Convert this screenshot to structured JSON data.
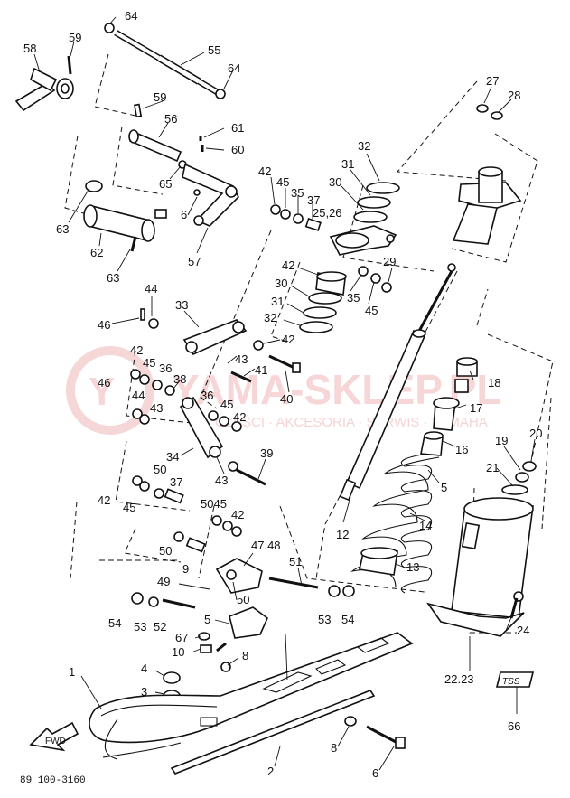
{
  "diagram": {
    "code": "89 100-3160",
    "watermark": {
      "brand": "YAMA-SKLEP.PL",
      "sub": "CZĘŚCI · AKCESORIA · SERWIS · YAMAHA"
    },
    "fwd_label": "FWD",
    "tss_label": "TSS",
    "callouts": [
      {
        "id": "c64a",
        "text": "64"
      },
      {
        "id": "c59a",
        "text": "59"
      },
      {
        "id": "c58",
        "text": "58"
      },
      {
        "id": "c55",
        "text": "55"
      },
      {
        "id": "c64b",
        "text": "64"
      },
      {
        "id": "c59b",
        "text": "59"
      },
      {
        "id": "c56",
        "text": "56"
      },
      {
        "id": "c61",
        "text": "61"
      },
      {
        "id": "c60",
        "text": "60"
      },
      {
        "id": "c65",
        "text": "65"
      },
      {
        "id": "c6a",
        "text": "6"
      },
      {
        "id": "c57",
        "text": "57"
      },
      {
        "id": "c63a",
        "text": "63"
      },
      {
        "id": "c62",
        "text": "62"
      },
      {
        "id": "c63b",
        "text": "63"
      },
      {
        "id": "c27",
        "text": "27"
      },
      {
        "id": "c28",
        "text": "28"
      },
      {
        "id": "c32a",
        "text": "32"
      },
      {
        "id": "c31a",
        "text": "31"
      },
      {
        "id": "c30a",
        "text": "30"
      },
      {
        "id": "c42a",
        "text": "42"
      },
      {
        "id": "c45a",
        "text": "45"
      },
      {
        "id": "c35a",
        "text": "35"
      },
      {
        "id": "c37a",
        "text": "37"
      },
      {
        "id": "c2526",
        "text": "25,26"
      },
      {
        "id": "c29",
        "text": "29"
      },
      {
        "id": "c42b",
        "text": "42"
      },
      {
        "id": "c30b",
        "text": "30"
      },
      {
        "id": "c35b",
        "text": "35"
      },
      {
        "id": "c45b",
        "text": "45"
      },
      {
        "id": "c31b",
        "text": "31"
      },
      {
        "id": "c32b",
        "text": "32"
      },
      {
        "id": "c44a",
        "text": "44"
      },
      {
        "id": "c33",
        "text": "33"
      },
      {
        "id": "c46a",
        "text": "46"
      },
      {
        "id": "c42c",
        "text": "42"
      },
      {
        "id": "c42d",
        "text": "42"
      },
      {
        "id": "c45c",
        "text": "45"
      },
      {
        "id": "c36a",
        "text": "36"
      },
      {
        "id": "c43a",
        "text": "43"
      },
      {
        "id": "c41",
        "text": "41"
      },
      {
        "id": "c38",
        "text": "38"
      },
      {
        "id": "c40",
        "text": "40"
      },
      {
        "id": "c46b",
        "text": "46"
      },
      {
        "id": "c44b",
        "text": "44"
      },
      {
        "id": "c43b",
        "text": "43"
      },
      {
        "id": "c36b",
        "text": "36"
      },
      {
        "id": "c45d",
        "text": "45"
      },
      {
        "id": "c42e",
        "text": "42"
      },
      {
        "id": "c18",
        "text": "18"
      },
      {
        "id": "c17",
        "text": "17"
      },
      {
        "id": "c16",
        "text": "16"
      },
      {
        "id": "c20",
        "text": "20"
      },
      {
        "id": "c19",
        "text": "19"
      },
      {
        "id": "c34",
        "text": "34"
      },
      {
        "id": "c43c",
        "text": "43"
      },
      {
        "id": "c39",
        "text": "39"
      },
      {
        "id": "c5a",
        "text": "5"
      },
      {
        "id": "c21",
        "text": "21"
      },
      {
        "id": "c50a",
        "text": "50"
      },
      {
        "id": "c37b",
        "text": "37"
      },
      {
        "id": "c42f",
        "text": "42"
      },
      {
        "id": "c45e",
        "text": "45"
      },
      {
        "id": "c5045",
        "text": "5045"
      },
      {
        "id": "c42g",
        "text": "42"
      },
      {
        "id": "c14",
        "text": "14"
      },
      {
        "id": "c12",
        "text": "12"
      },
      {
        "id": "c13",
        "text": "13"
      },
      {
        "id": "c50b",
        "text": "50"
      },
      {
        "id": "c9",
        "text": "9"
      },
      {
        "id": "c4748",
        "text": "47.48"
      },
      {
        "id": "c51",
        "text": "51"
      },
      {
        "id": "c49",
        "text": "49"
      },
      {
        "id": "c50c",
        "text": "50"
      },
      {
        "id": "c54a",
        "text": "54"
      },
      {
        "id": "c53a",
        "text": "53"
      },
      {
        "id": "c52",
        "text": "52"
      },
      {
        "id": "c5b",
        "text": "5"
      },
      {
        "id": "c53b",
        "text": "53"
      },
      {
        "id": "c54b",
        "text": "54"
      },
      {
        "id": "c24",
        "text": "24"
      },
      {
        "id": "c67",
        "text": "67"
      },
      {
        "id": "c10",
        "text": "10"
      },
      {
        "id": "c8a",
        "text": "8"
      },
      {
        "id": "c1",
        "text": "1"
      },
      {
        "id": "c4",
        "text": "4"
      },
      {
        "id": "c3",
        "text": "3"
      },
      {
        "id": "c2223",
        "text": "22.23"
      },
      {
        "id": "c66",
        "text": "66"
      },
      {
        "id": "c8b",
        "text": "8"
      },
      {
        "id": "c2",
        "text": "2"
      },
      {
        "id": "c6b",
        "text": "6"
      }
    ]
  }
}
